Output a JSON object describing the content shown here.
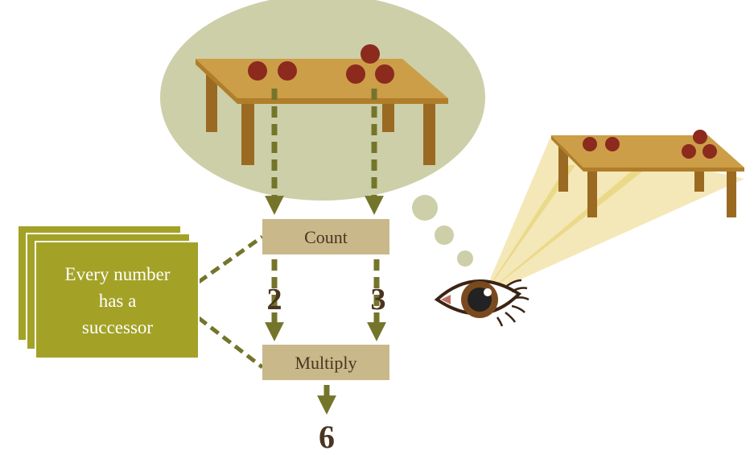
{
  "boxes": {
    "count": "Count",
    "multiply": "Multiply"
  },
  "numbers": {
    "left_count": "2",
    "right_count": "3",
    "product": "6"
  },
  "axiom_card": {
    "line1": "Every number",
    "line2": "has a",
    "line3": "successor"
  },
  "colors": {
    "bubble": "#cdcfa9",
    "card": "#a3a227",
    "box": "#c9b88a",
    "arrow": "#74752a",
    "text": "#4a3520",
    "apple": "#8c2a1e",
    "table_top": "#cc9e48",
    "table_leg": "#9a6a22",
    "light": "#f3e6b0"
  }
}
